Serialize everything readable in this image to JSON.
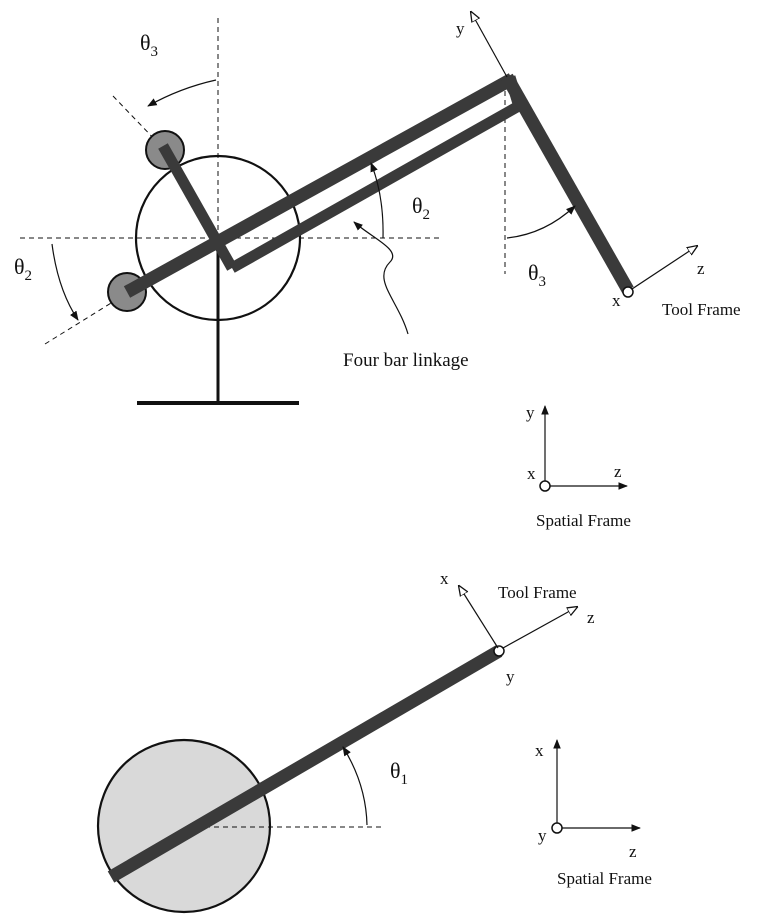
{
  "side_view": {
    "theta3_top": {
      "symbol": "θ",
      "index": "3"
    },
    "theta2_left": {
      "symbol": "θ",
      "index": "2"
    },
    "theta2_mid": {
      "symbol": "θ",
      "index": "2"
    },
    "theta3_right": {
      "symbol": "θ",
      "index": "3"
    },
    "linkage_label": "Four bar linkage",
    "tool_frame": {
      "label": "Tool Frame",
      "x": "x",
      "y": "y",
      "z": "z"
    },
    "spatial_frame": {
      "label": "Spatial Frame",
      "x": "x",
      "y": "y",
      "z": "z"
    }
  },
  "top_view": {
    "theta1": {
      "symbol": "θ",
      "index": "1"
    },
    "tool_frame": {
      "label": "Tool Frame",
      "x": "x",
      "y": "y",
      "z": "z"
    },
    "spatial_frame": {
      "label": "Spatial Frame",
      "x": "x",
      "y": "y",
      "z": "z"
    }
  },
  "colors": {
    "link": "#3a3a3a",
    "joint_fill": "#8a8a8a",
    "base_fill": "#d9d9d9",
    "line": "#111111"
  }
}
